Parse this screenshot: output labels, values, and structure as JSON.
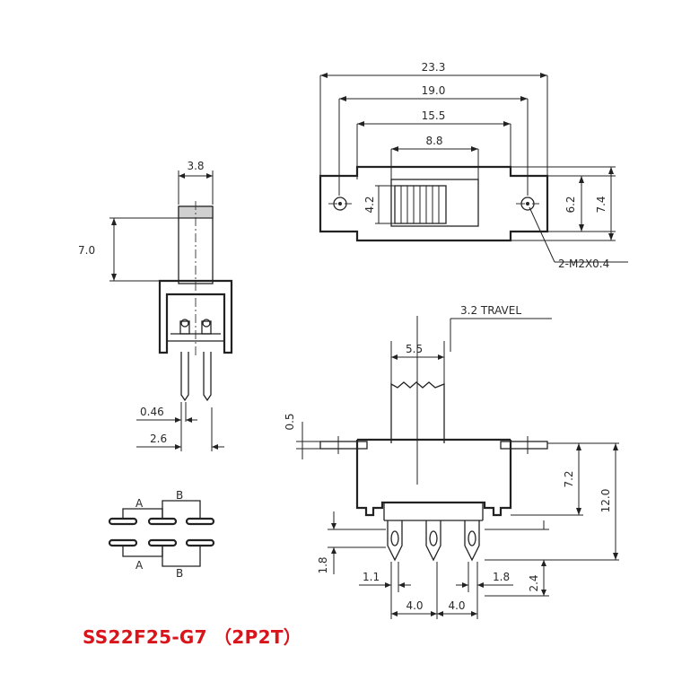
{
  "part_label": "SS22F25-G7 （2P2T）",
  "accent_color": "#d9141a",
  "top_view": {
    "overall_width": "23.3",
    "hole_pitch": "19.0",
    "body_width": "15.5",
    "slot_width": "8.8",
    "knob_height": "4.2",
    "body_height": "6.2",
    "overall_height": "7.4",
    "hole_callout": "2-M2X0.4"
  },
  "side_view": {
    "actuator_width": "3.8",
    "actuator_height": "7.0",
    "pin_thickness": "0.46",
    "pin_offset": "2.6"
  },
  "front_view": {
    "actuator_width": "5.5",
    "travel_note": "3.2 TRAVEL",
    "flange_thickness": "0.5",
    "body_height": "7.2",
    "overall_height": "12.0",
    "pin_height": "1.8",
    "pin_length": "2.4",
    "pin_width_left": "1.1",
    "pin_width_right": "1.8",
    "pitch_left": "4.0",
    "pitch_right": "4.0"
  },
  "circuit": {
    "label_a": "A",
    "label_b": "B"
  }
}
